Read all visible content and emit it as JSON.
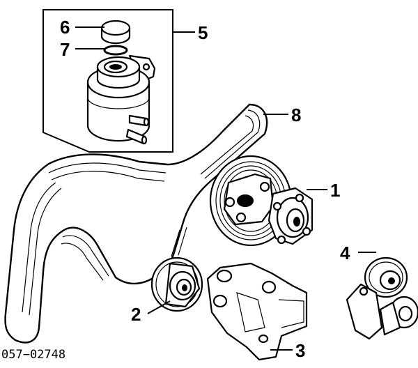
{
  "diagram": {
    "callouts": {
      "water_pump": "1",
      "idler_pulley": "2",
      "idler_bracket": "3",
      "belt_tensioner": "4",
      "reservoir_assembly": "5",
      "reservoir_cap": "6",
      "reservoir_seal": "7",
      "drive_belt": "8"
    },
    "part_number": "057−02748"
  }
}
